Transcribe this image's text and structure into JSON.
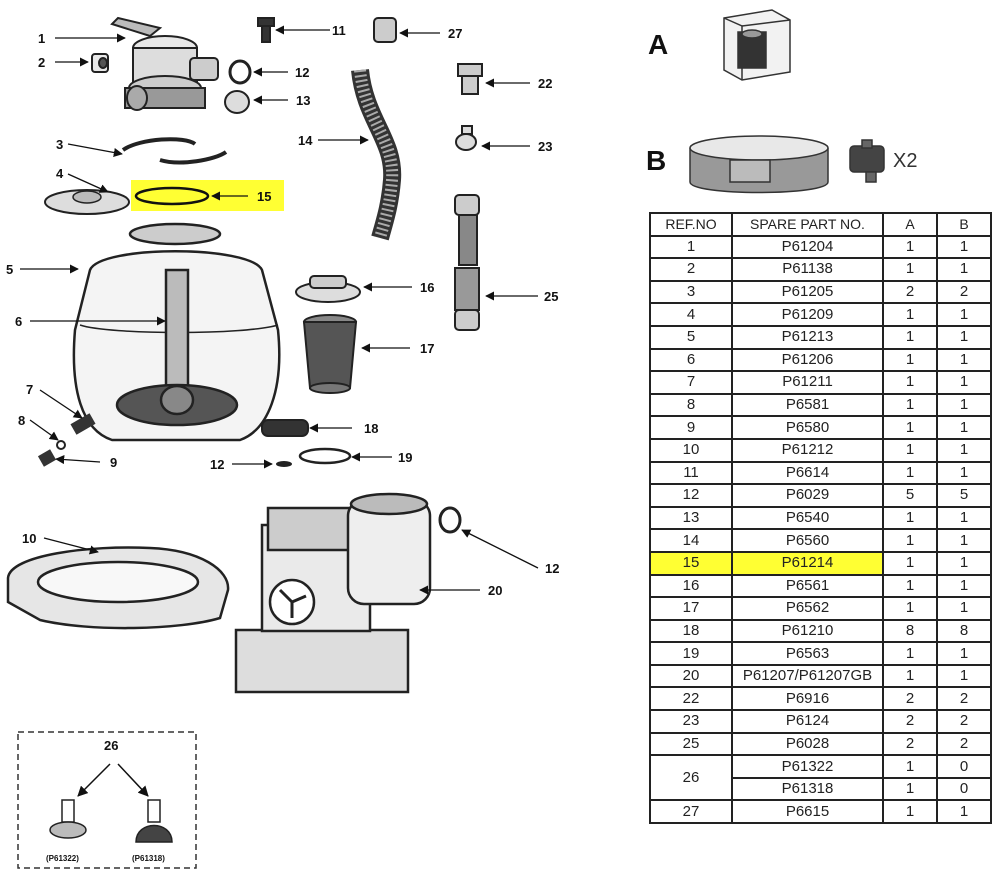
{
  "sets": {
    "a_label": "A",
    "b_label": "B",
    "b_multiplier": "X2"
  },
  "callouts": [
    "1",
    "2",
    "3",
    "4",
    "5",
    "6",
    "7",
    "8",
    "9",
    "10",
    "11",
    "12",
    "13",
    "14",
    "15",
    "16",
    "17",
    "18",
    "19",
    "20",
    "22",
    "23",
    "25",
    "26",
    "27"
  ],
  "kit26": {
    "label": "26",
    "left_part": "(P61322)",
    "right_part": "(P61318)"
  },
  "highlight_color": "#ffff33",
  "table": {
    "headers": [
      "REF.NO",
      "SPARE PART NO.",
      "A",
      "B"
    ],
    "highlighted_ref": "15",
    "rows": [
      {
        "ref": "1",
        "part": "P61204",
        "a": "1",
        "b": "1"
      },
      {
        "ref": "2",
        "part": "P61138",
        "a": "1",
        "b": "1"
      },
      {
        "ref": "3",
        "part": "P61205",
        "a": "2",
        "b": "2"
      },
      {
        "ref": "4",
        "part": "P61209",
        "a": "1",
        "b": "1"
      },
      {
        "ref": "5",
        "part": "P61213",
        "a": "1",
        "b": "1"
      },
      {
        "ref": "6",
        "part": "P61206",
        "a": "1",
        "b": "1"
      },
      {
        "ref": "7",
        "part": "P61211",
        "a": "1",
        "b": "1"
      },
      {
        "ref": "8",
        "part": "P6581",
        "a": "1",
        "b": "1"
      },
      {
        "ref": "9",
        "part": "P6580",
        "a": "1",
        "b": "1"
      },
      {
        "ref": "10",
        "part": "P61212",
        "a": "1",
        "b": "1"
      },
      {
        "ref": "11",
        "part": "P6614",
        "a": "1",
        "b": "1"
      },
      {
        "ref": "12",
        "part": "P6029",
        "a": "5",
        "b": "5"
      },
      {
        "ref": "13",
        "part": "P6540",
        "a": "1",
        "b": "1"
      },
      {
        "ref": "14",
        "part": "P6560",
        "a": "1",
        "b": "1"
      },
      {
        "ref": "15",
        "part": "P61214",
        "a": "1",
        "b": "1"
      },
      {
        "ref": "16",
        "part": "P6561",
        "a": "1",
        "b": "1"
      },
      {
        "ref": "17",
        "part": "P6562",
        "a": "1",
        "b": "1"
      },
      {
        "ref": "18",
        "part": "P61210",
        "a": "8",
        "b": "8"
      },
      {
        "ref": "19",
        "part": "P6563",
        "a": "1",
        "b": "1"
      },
      {
        "ref": "20",
        "part": "P61207/P61207GB",
        "a": "1",
        "b": "1"
      },
      {
        "ref": "22",
        "part": "P6916",
        "a": "2",
        "b": "2"
      },
      {
        "ref": "23",
        "part": "P6124",
        "a": "2",
        "b": "2"
      },
      {
        "ref": "25",
        "part": "P6028",
        "a": "2",
        "b": "2"
      },
      {
        "ref": "26",
        "part": "P61322",
        "a": "1",
        "b": "0"
      },
      {
        "ref": "",
        "part": "P61318",
        "a": "1",
        "b": "0"
      },
      {
        "ref": "27",
        "part": "P6615",
        "a": "1",
        "b": "1"
      }
    ]
  }
}
